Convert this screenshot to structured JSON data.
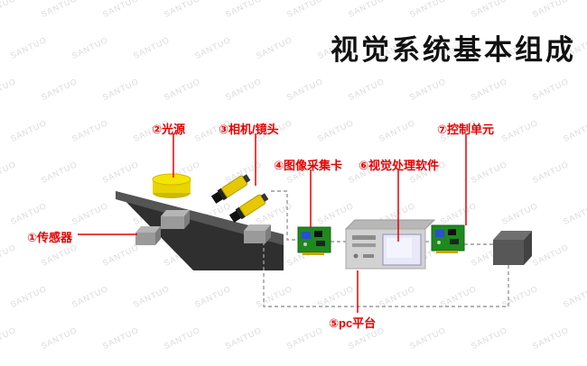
{
  "title": "视觉系统基本组成",
  "watermark": "SANTUO",
  "colors": {
    "accent_red": "#e60000",
    "title_black": "#111111",
    "watermark_gray": "#c8c8c8",
    "light_yellow": "#e8d400",
    "board_green": "#1e8a1e"
  },
  "labels": {
    "sensor": "①传感器",
    "light_source": "②光源",
    "camera_lens": "③相机/镜头",
    "capture_card": "④图像采集卡",
    "pc_platform": "⑤pc平台",
    "vision_software": "⑥视觉处理软件",
    "control_unit": "⑦控制单元"
  }
}
